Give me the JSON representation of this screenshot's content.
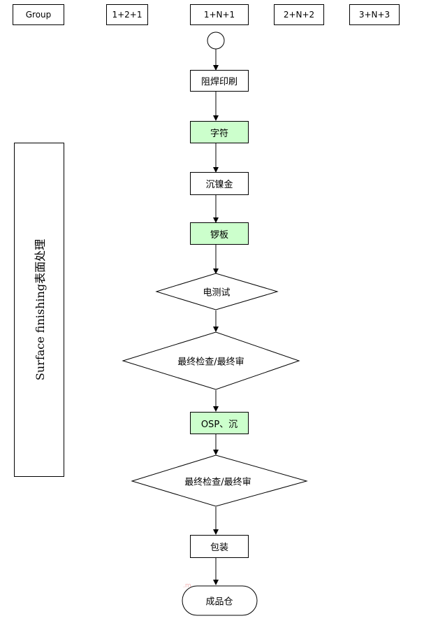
{
  "header": {
    "group_label": "Group",
    "col1": "1+2+1",
    "col2": "1+N+1",
    "col3": "2+N+2",
    "col4": "3+N+3"
  },
  "side_panel": {
    "label": "Surface finishing表面处理"
  },
  "flow": {
    "step1": "阻焊印刷",
    "step2": "字符",
    "step3": "沉镍金",
    "step4": "锣板",
    "step5": "电测试",
    "step6": "最终检查/最终审",
    "step7": "OSP、沉",
    "step8": "最终检查/最终审",
    "step9": "包装",
    "step10": "成品仓"
  },
  "colors": {
    "highlight": "#ccffcc",
    "line": "#000000"
  },
  "watermark": ".m"
}
